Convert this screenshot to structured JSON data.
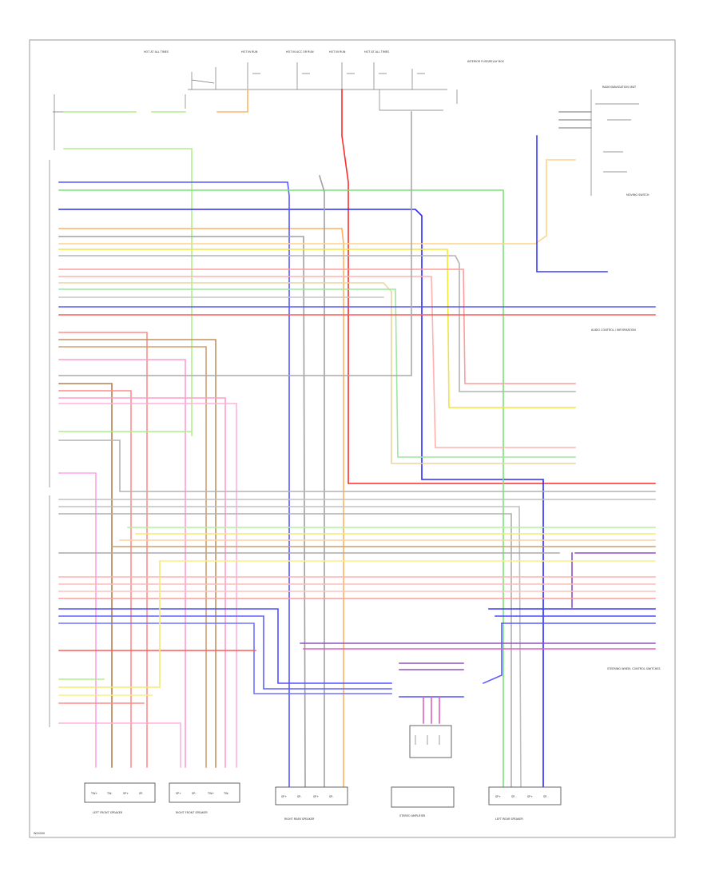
{
  "diagram": {
    "footer_code": "W00000",
    "top_labels": [
      "HOT AT ALL TIMES",
      "HOT IN RUN",
      "HOT IN ACC OR RUN",
      "HOT IN RUN",
      "HOT AT ALL TIMES",
      "INTERIOR FUSE/RELAY BOX"
    ],
    "components": [
      {
        "name": "LEFT FRONT SPEAKER",
        "pins": [
          "TW+",
          "TW-",
          "SP+",
          "SP-"
        ]
      },
      {
        "name": "RIGHT FRONT SPEAKER",
        "pins": [
          "SP+",
          "SP-",
          "TW+",
          "TW-"
        ]
      },
      {
        "name": "RIGHT REAR SPEAKER",
        "pins": [
          "SP+",
          "SP-",
          "SP+",
          "SP-"
        ]
      },
      {
        "name": "STEREO AMPLIFIER",
        "pins": []
      },
      {
        "name": "LEFT REAR SPEAKER",
        "pins": [
          "SP+",
          "SP-",
          "SP+",
          "SP-"
        ]
      }
    ],
    "right_labels": [
      "MOVING SWITCH",
      "AUDIO CONTROL / INFORMATION",
      "STEERING WHEEL CONTROL SWITCHES",
      "RADIO/NAVIGATION UNIT"
    ],
    "colors": {
      "red": "#ff2a2a",
      "blue": "#2a2aff",
      "green": "#66ee66",
      "yellow": "#f2e63c",
      "orange": "#ff9a30",
      "brown": "#a0703a",
      "pink": "#ff66dd",
      "violet": "#7a3ab0",
      "light_red": "#ff9c9c",
      "gray": "#9a9a9a",
      "dark": "#666666"
    }
  }
}
